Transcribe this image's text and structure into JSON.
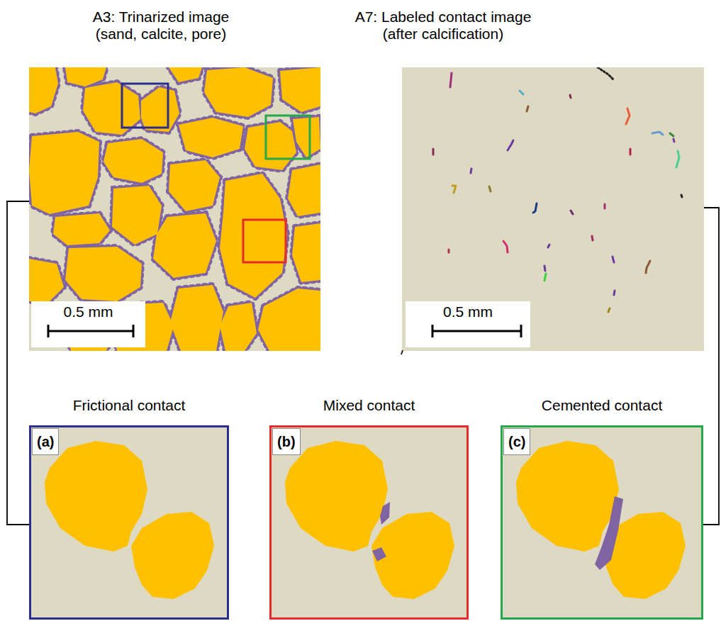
{
  "diagram": {
    "nodes": [
      {
        "text": [
          "A3: Trinarized image (sand, calcite, pore)",
          "0.5 mm"
        ]
      },
      {
        "text": [
          "A7: Labeled contact image (after calcification)",
          "0.5 mm"
        ]
      },
      {
        "text": [
          "Frictional contact",
          "(a)"
        ]
      },
      {
        "text": [
          "Mixed contact",
          "(b)"
        ]
      },
      {
        "text": [
          "Cemented contact",
          "(c)"
        ]
      }
    ],
    "edges": [
      {
        "from": 0,
        "to": 2,
        "arrow": "none"
      },
      {
        "from": 1,
        "to": 4,
        "arrow": "none"
      }
    ]
  }
}
